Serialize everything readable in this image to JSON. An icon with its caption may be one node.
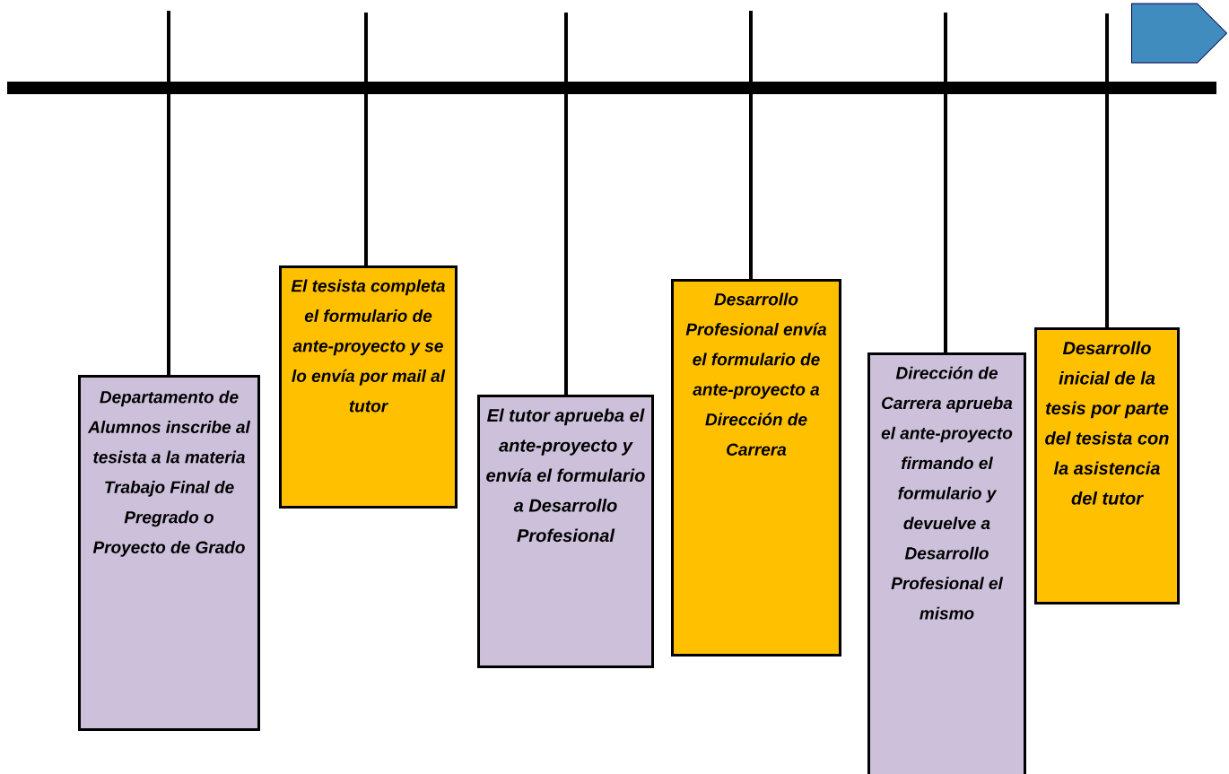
{
  "diagram": {
    "nodes": [
      {
        "text": [
          "Departamento de Alumnos inscribe al tesista a la materia Trabajo Final de Pregrado o Proyecto de Grado"
        ]
      },
      {
        "text": [
          "El tesista completa el formulario de ante-proyecto y se lo envía por mail al tutor"
        ]
      },
      {
        "text": [
          "El tutor aprueba el ante-proyecto y envía el formulario a Desarrollo Profesional"
        ]
      },
      {
        "text": [
          "Desarrollo Profesional envía el formulario de ante-proyecto a Dirección de Carrera"
        ]
      },
      {
        "text": [
          "Dirección de Carrera aprueba el ante-proyecto firmando el formulario y devuelve a Desarrollo Profesional el mismo"
        ]
      },
      {
        "text": [
          "Desarrollo inicial de la tesis por parte del tesista con la asistencia del tutor"
        ]
      }
    ],
    "edges": [
      {
        "from": 0,
        "to": null,
        "arrow": "none"
      },
      {
        "from": 1,
        "to": null,
        "arrow": "none"
      },
      {
        "from": 2,
        "to": null,
        "arrow": "none"
      },
      {
        "from": 3,
        "to": null,
        "arrow": "none"
      },
      {
        "from": 4,
        "to": null,
        "arrow": "none"
      },
      {
        "from": 5,
        "to": null,
        "arrow": "none"
      }
    ]
  }
}
